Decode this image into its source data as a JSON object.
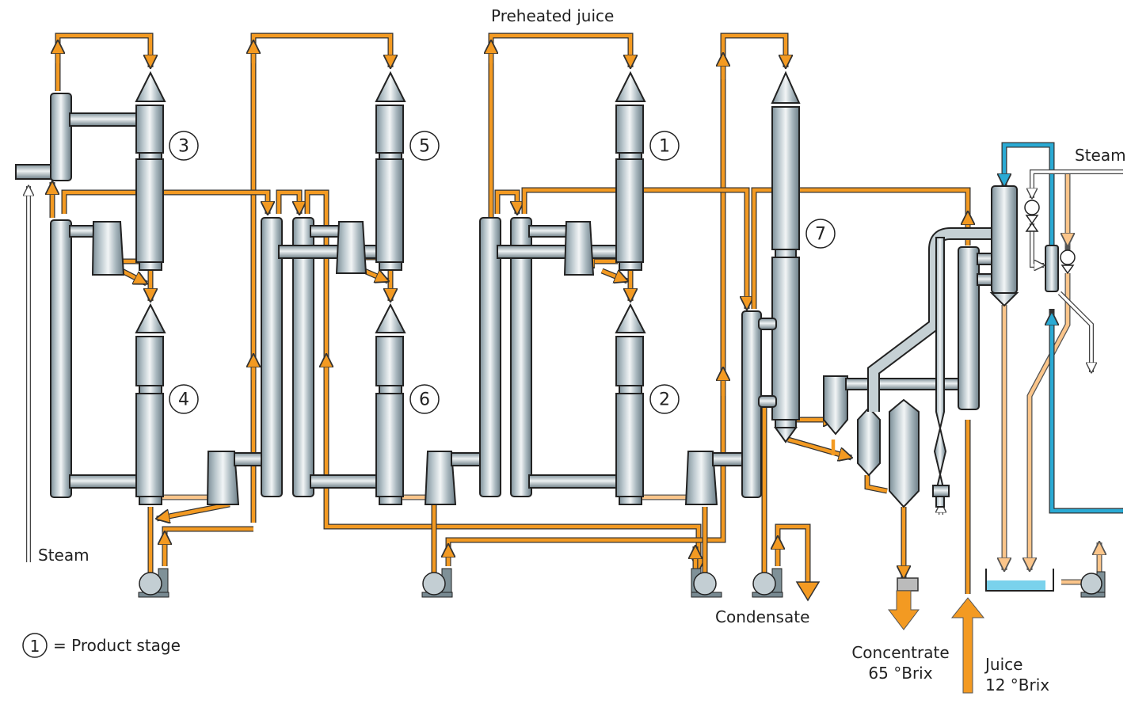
{
  "title": "Seven-stage falling-film evaporator for juice concentration",
  "labels": {
    "preheated_juice": "Preheated juice",
    "steam_left": "Steam",
    "steam_right": "Steam",
    "condensate": "Condensate",
    "concentrate_line1": "Concentrate",
    "concentrate_line2": "65 °Brix",
    "juice_line1": "Juice",
    "juice_line2": "12 °Brix",
    "legend_symbol": "1",
    "legend_text": "= Product stage"
  },
  "stages": [
    {
      "number": "3"
    },
    {
      "number": "4"
    },
    {
      "number": "5"
    },
    {
      "number": "6"
    },
    {
      "number": "1"
    },
    {
      "number": "2"
    },
    {
      "number": "7"
    }
  ],
  "colors": {
    "product_flow": "#f39a22",
    "condensate_flow": "#fbc58a",
    "cooling_water": "#2aaad4",
    "steam_flow": "#ffffff",
    "equipment": "#9aaab2"
  }
}
